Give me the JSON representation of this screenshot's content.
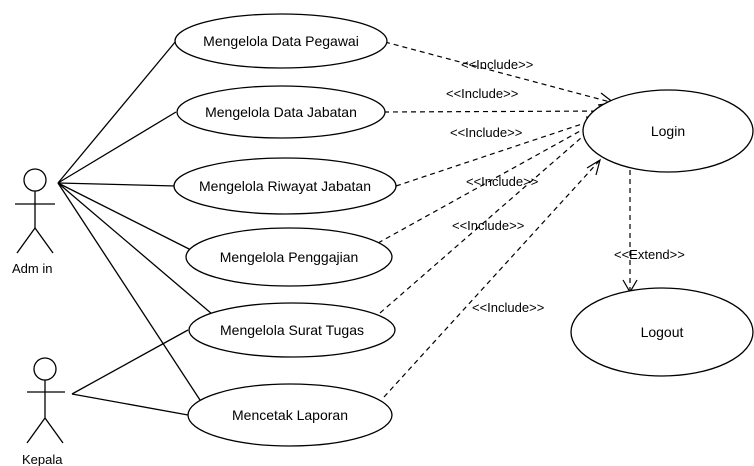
{
  "diagram": {
    "type": "use-case",
    "actors": [
      {
        "id": "admin",
        "label": "Adm in"
      },
      {
        "id": "kepala",
        "label": "Kepala"
      }
    ],
    "use_cases": [
      {
        "id": "uc1",
        "label": "Mengelola Data Pegawai"
      },
      {
        "id": "uc2",
        "label": "Mengelola Data Jabatan"
      },
      {
        "id": "uc3",
        "label": "Mengelola Riwayat Jabatan"
      },
      {
        "id": "uc4",
        "label": "Mengelola Penggajian"
      },
      {
        "id": "uc5",
        "label": "Mengelola Surat Tugas"
      },
      {
        "id": "uc6",
        "label": "Mencetak Laporan"
      },
      {
        "id": "login",
        "label": "Login"
      },
      {
        "id": "logout",
        "label": "Logout"
      }
    ],
    "associations": [
      {
        "actor": "admin",
        "use_case": "uc1"
      },
      {
        "actor": "admin",
        "use_case": "uc2"
      },
      {
        "actor": "admin",
        "use_case": "uc3"
      },
      {
        "actor": "admin",
        "use_case": "uc4"
      },
      {
        "actor": "admin",
        "use_case": "uc5"
      },
      {
        "actor": "admin",
        "use_case": "uc6"
      },
      {
        "actor": "kepala",
        "use_case": "uc5"
      },
      {
        "actor": "kepala",
        "use_case": "uc6"
      }
    ],
    "relations": [
      {
        "from": "uc1",
        "to": "login",
        "label": "<<Include>>"
      },
      {
        "from": "uc2",
        "to": "login",
        "label": "<<Include>>"
      },
      {
        "from": "uc3",
        "to": "login",
        "label": "<<Include>>"
      },
      {
        "from": "uc4",
        "to": "login",
        "label": "<<Include>>"
      },
      {
        "from": "uc5",
        "to": "login",
        "label": "<<Include>>"
      },
      {
        "from": "uc6",
        "to": "login",
        "label": "<<Include>>"
      },
      {
        "from": "login",
        "to": "logout",
        "label": "<<Extend>>"
      }
    ]
  }
}
